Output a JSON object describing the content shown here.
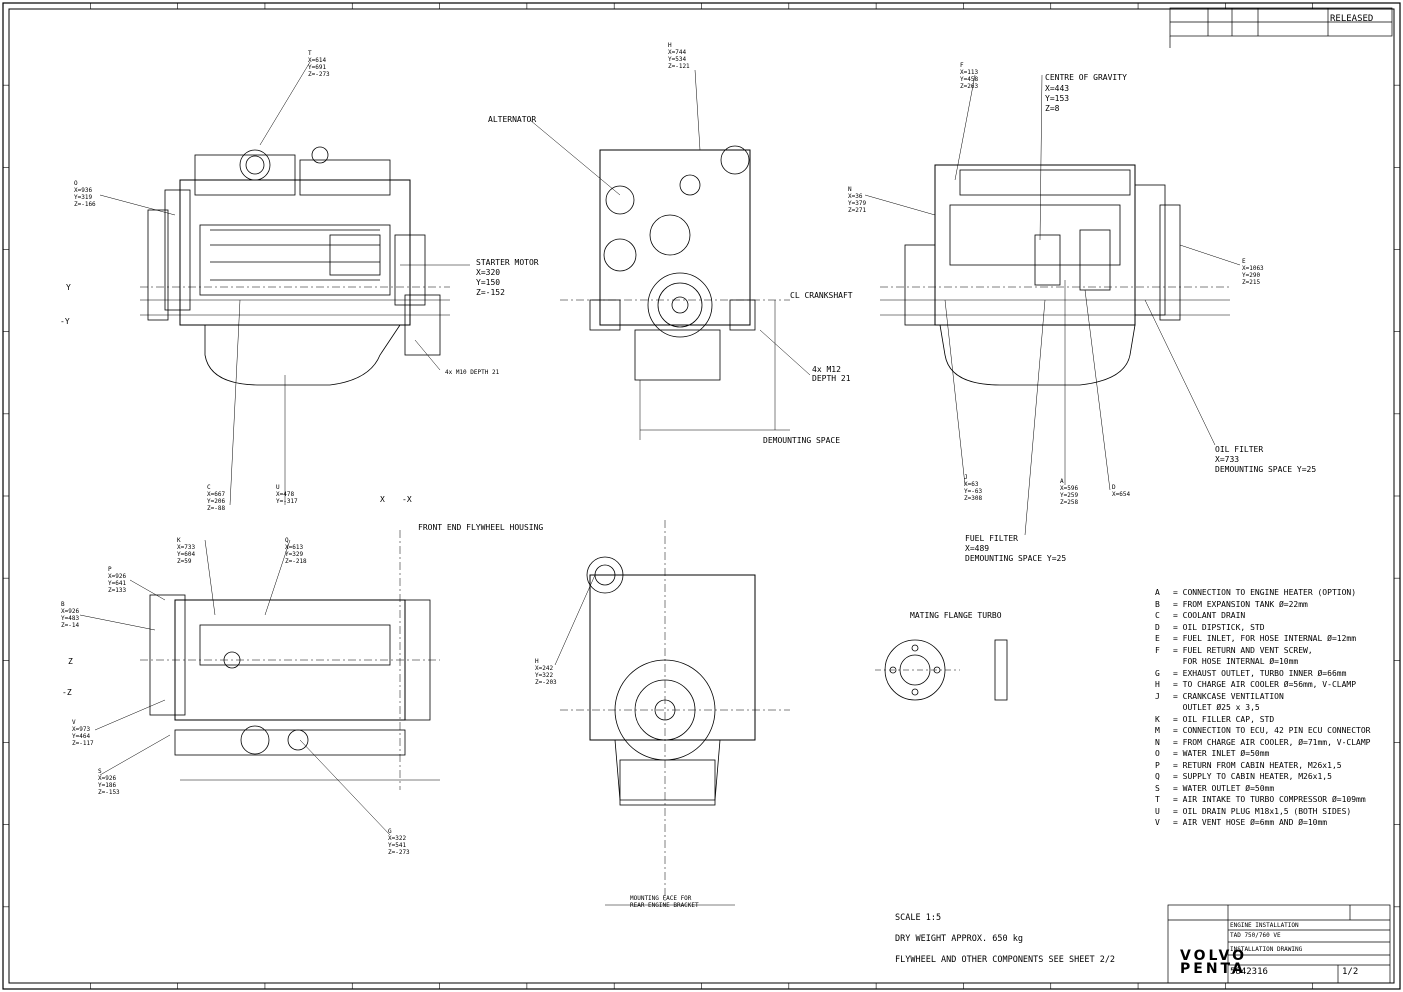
{
  "title_block": {
    "status": "RELEASED",
    "brand_line1": "VOLVO",
    "brand_line2": "PENTA",
    "drawing_title": "ENGINE INSTALLATION",
    "engine_model": "TAD 750/760 VE",
    "drawing_type": "INSTALLATION DRAWING",
    "drawing_number": "5842316",
    "sheet": "1/2",
    "scale_note": "SCALE 1:5",
    "weight_note": "DRY WEIGHT APPROX. 650 kg",
    "flywheel_note": "FLYWHEEL AND OTHER COMPONENTS SEE SHEET 2/2"
  },
  "views": {
    "centre_of_gravity": {
      "label": "CENTRE OF GRAVITY",
      "x": "X=443",
      "y": "Y=153",
      "z": "Z=8"
    },
    "alternator": "ALTERNATOR",
    "starter_motor": {
      "label": "STARTER MOTOR",
      "x": "X=320",
      "y": "Y=150",
      "z": "Z=-152"
    },
    "cl_crankshaft": "CL CRANKSHAFT",
    "dismounting_space": "DEMOUNTING SPACE",
    "front_end": "FRONT END FLYWHEEL HOUSING",
    "mating_flange": "MATING FLANGE TURBO",
    "oil_filter": {
      "label": "OIL FILTER",
      "x": "X=733",
      "note": "DEMOUNTING SPACE Y=25"
    },
    "fuel_filter": {
      "label": "FUEL FILTER",
      "x": "X=489",
      "note": "DEMOUNTING SPACE Y=25"
    },
    "mounting_face": "MOUNTING FACE FOR\nREAR ENGINE BRACKET",
    "m12": "4x M12\nDEPTH 21",
    "m10": "4x M10 DEPTH 21"
  },
  "points": [
    {
      "id": "T",
      "x": "X=614",
      "y": "Y=691",
      "z": "Z=-273"
    },
    {
      "id": "H",
      "x": "X=744",
      "y": "Y=534",
      "z": "Z=-121"
    },
    {
      "id": "F",
      "x": "X=113",
      "y": "Y=458",
      "z": "Z=263"
    },
    {
      "id": "O",
      "x": "X=936",
      "y": "Y=319",
      "z": "Z=-166"
    },
    {
      "id": "N",
      "x": "X=36",
      "y": "Y=379",
      "z": "Z=271"
    },
    {
      "id": "E",
      "x": "X=1063",
      "y": "Y=290",
      "z": "Z=215"
    },
    {
      "id": "C",
      "x": "X=667",
      "y": "Y=206",
      "z": "Z=-88"
    },
    {
      "id": "U",
      "x": "X=478",
      "y": "Y=-317",
      "z": ""
    },
    {
      "id": "J",
      "x": "X=63",
      "y": "Y=-63",
      "z": "Z=308"
    },
    {
      "id": "A",
      "x": "X=596",
      "y": "Y=259",
      "z": "Z=258"
    },
    {
      "id": "D",
      "x": "X=654",
      "y": "",
      "z": ""
    },
    {
      "id": "K",
      "x": "X=733",
      "y": "Y=604",
      "z": "Z=59"
    },
    {
      "id": "Q",
      "x": "X=613",
      "y": "Y=329",
      "z": "Z=-218"
    },
    {
      "id": "P",
      "x": "X=926",
      "y": "Y=641",
      "z": "Z=133"
    },
    {
      "id": "B",
      "x": "X=926",
      "y": "Y=483",
      "z": "Z=-14"
    },
    {
      "id": "V",
      "x": "X=973",
      "y": "Y=464",
      "z": "Z=-117"
    },
    {
      "id": "S",
      "x": "X=926",
      "y": "Y=186",
      "z": "Z=-153"
    },
    {
      "id": "H2",
      "x": "X=242",
      "y": "Y=322",
      "z": "Z=-203"
    },
    {
      "id": "G",
      "x": "X=322",
      "y": "Y=541",
      "z": "Z=-273"
    }
  ],
  "legend": [
    {
      "key": "A",
      "text": "= CONNECTION TO ENGINE HEATER (OPTION)"
    },
    {
      "key": "B",
      "text": "= FROM EXPANSION TANK Ø=22mm"
    },
    {
      "key": "C",
      "text": "= COOLANT DRAIN"
    },
    {
      "key": "D",
      "text": "= OIL DIPSTICK, STD"
    },
    {
      "key": "E",
      "text": "= FUEL INLET, FOR HOSE INTERNAL Ø=12mm"
    },
    {
      "key": "F",
      "text": "= FUEL RETURN AND VENT SCREW,\n  FOR HOSE INTERNAL Ø=10mm"
    },
    {
      "key": "G",
      "text": "= EXHAUST OUTLET, TURBO INNER Ø=66mm"
    },
    {
      "key": "H",
      "text": "= TO CHARGE AIR COOLER Ø=56mm, V-CLAMP"
    },
    {
      "key": "J",
      "text": "= CRANKCASE VENTILATION\n  OUTLET Ø25 x 3,5"
    },
    {
      "key": "K",
      "text": "= OIL FILLER CAP, STD"
    },
    {
      "key": "M",
      "text": "= CONNECTION TO ECU, 42 PIN ECU CONNECTOR"
    },
    {
      "key": "N",
      "text": "= FROM CHARGE AIR COOLER, Ø=71mm, V-CLAMP"
    },
    {
      "key": "O",
      "text": "= WATER INLET Ø=50mm"
    },
    {
      "key": "P",
      "text": "= RETURN FROM CABIN HEATER, M26x1,5"
    },
    {
      "key": "Q",
      "text": "= SUPPLY TO CABIN HEATER, M26x1,5"
    },
    {
      "key": "S",
      "text": "= WATER OUTLET Ø=50mm"
    },
    {
      "key": "T",
      "text": "= AIR INTAKE TO TURBO COMPRESSOR Ø=109mm"
    },
    {
      "key": "U",
      "text": "= OIL DRAIN PLUG M18x1,5 (BOTH SIDES)"
    },
    {
      "key": "V",
      "text": "= AIR VENT HOSE Ø=6mm AND Ø=10mm"
    }
  ],
  "axes": {
    "y": "Y",
    "neg_y": "-Y",
    "z": "Z",
    "neg_z": "-Z",
    "x": "X",
    "neg_x": "-X"
  }
}
